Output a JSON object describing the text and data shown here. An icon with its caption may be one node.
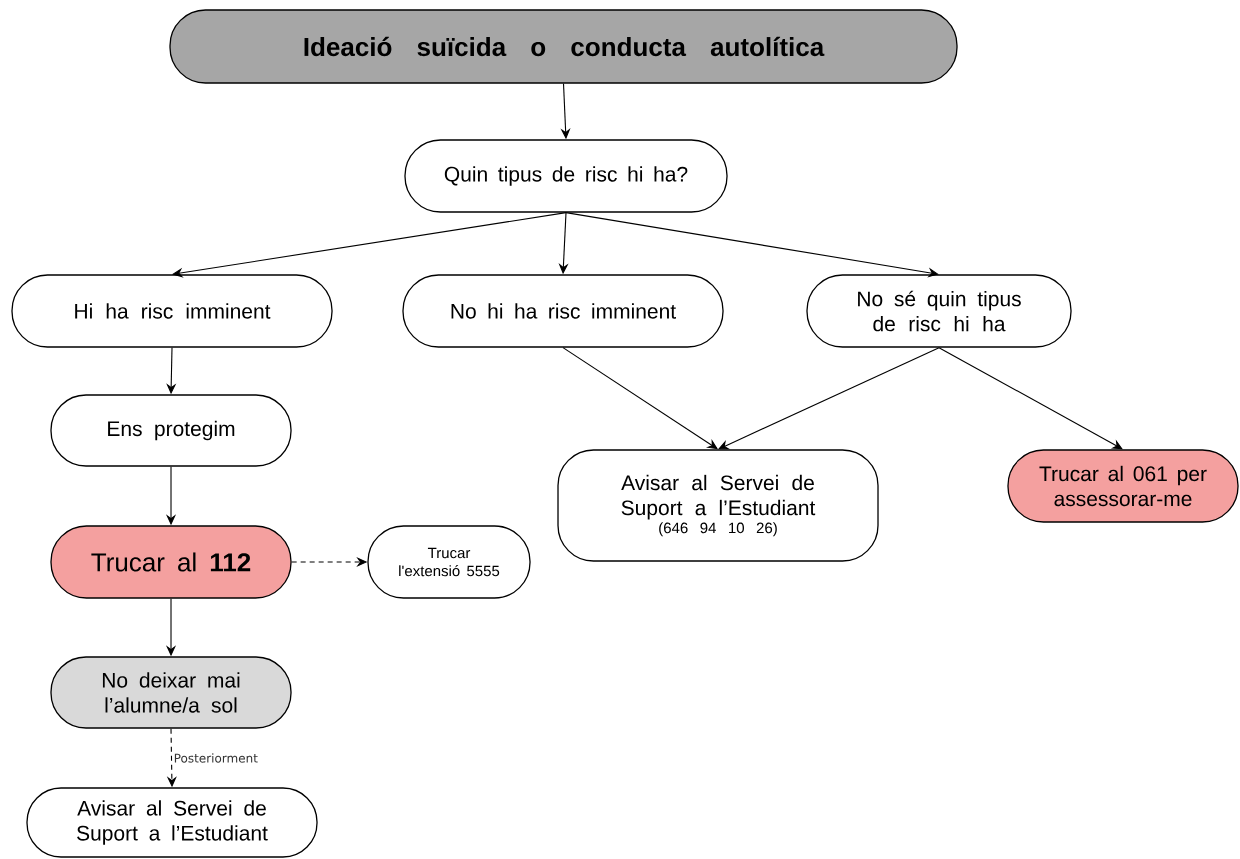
{
  "diagram": {
    "nodes": [
      {
        "text": [
          "Ideació suïcida o conducta autolítica"
        ]
      },
      {
        "text": [
          "Quin tipus de risc hi ha?"
        ]
      },
      {
        "text": [
          "Hi ha risc imminent"
        ]
      },
      {
        "text": [
          "No hi ha risc imminent"
        ]
      },
      {
        "text": [
          "No sé quin tipus de risc hi ha"
        ]
      },
      {
        "text": [
          "Ens protegim"
        ]
      },
      {
        "text": [
          "Avisar al Servei de Suport a l’Estudiant",
          "(646 94 10 26)"
        ]
      },
      {
        "text": [
          "Trucar al 061 per assessorar-me"
        ]
      },
      {
        "text": [
          "Trucar al **112**"
        ]
      },
      {
        "text": [
          "Trucar l'extensió 5555"
        ]
      },
      {
        "text": [
          "No deixar mai l’alumne/a sol"
        ]
      },
      {
        "text": [
          "Avisar al Servei de Suport a l’Estudiant"
        ]
      }
    ],
    "edges": [
      {
        "from": 0,
        "to": 1,
        "arrow": "to"
      },
      {
        "from": 1,
        "to": 2,
        "arrow": "to"
      },
      {
        "from": 1,
        "to": 3,
        "arrow": "to"
      },
      {
        "from": 1,
        "to": 4,
        "arrow": "to"
      },
      {
        "from": 2,
        "to": 5,
        "arrow": "to"
      },
      {
        "from": 3,
        "to": 6,
        "arrow": "to"
      },
      {
        "from": 4,
        "to": 6,
        "arrow": "to"
      },
      {
        "from": 4,
        "to": 7,
        "arrow": "to"
      },
      {
        "from": 5,
        "to": 8,
        "arrow": "to"
      },
      {
        "from": 8,
        "to": 9,
        "arrow": "to",
        "style": "dashed"
      },
      {
        "from": 8,
        "to": 10,
        "arrow": "to"
      },
      {
        "from": 10,
        "to": 11,
        "arrow": "to",
        "style": "dashed",
        "label": "Posteriorment"
      }
    ]
  }
}
